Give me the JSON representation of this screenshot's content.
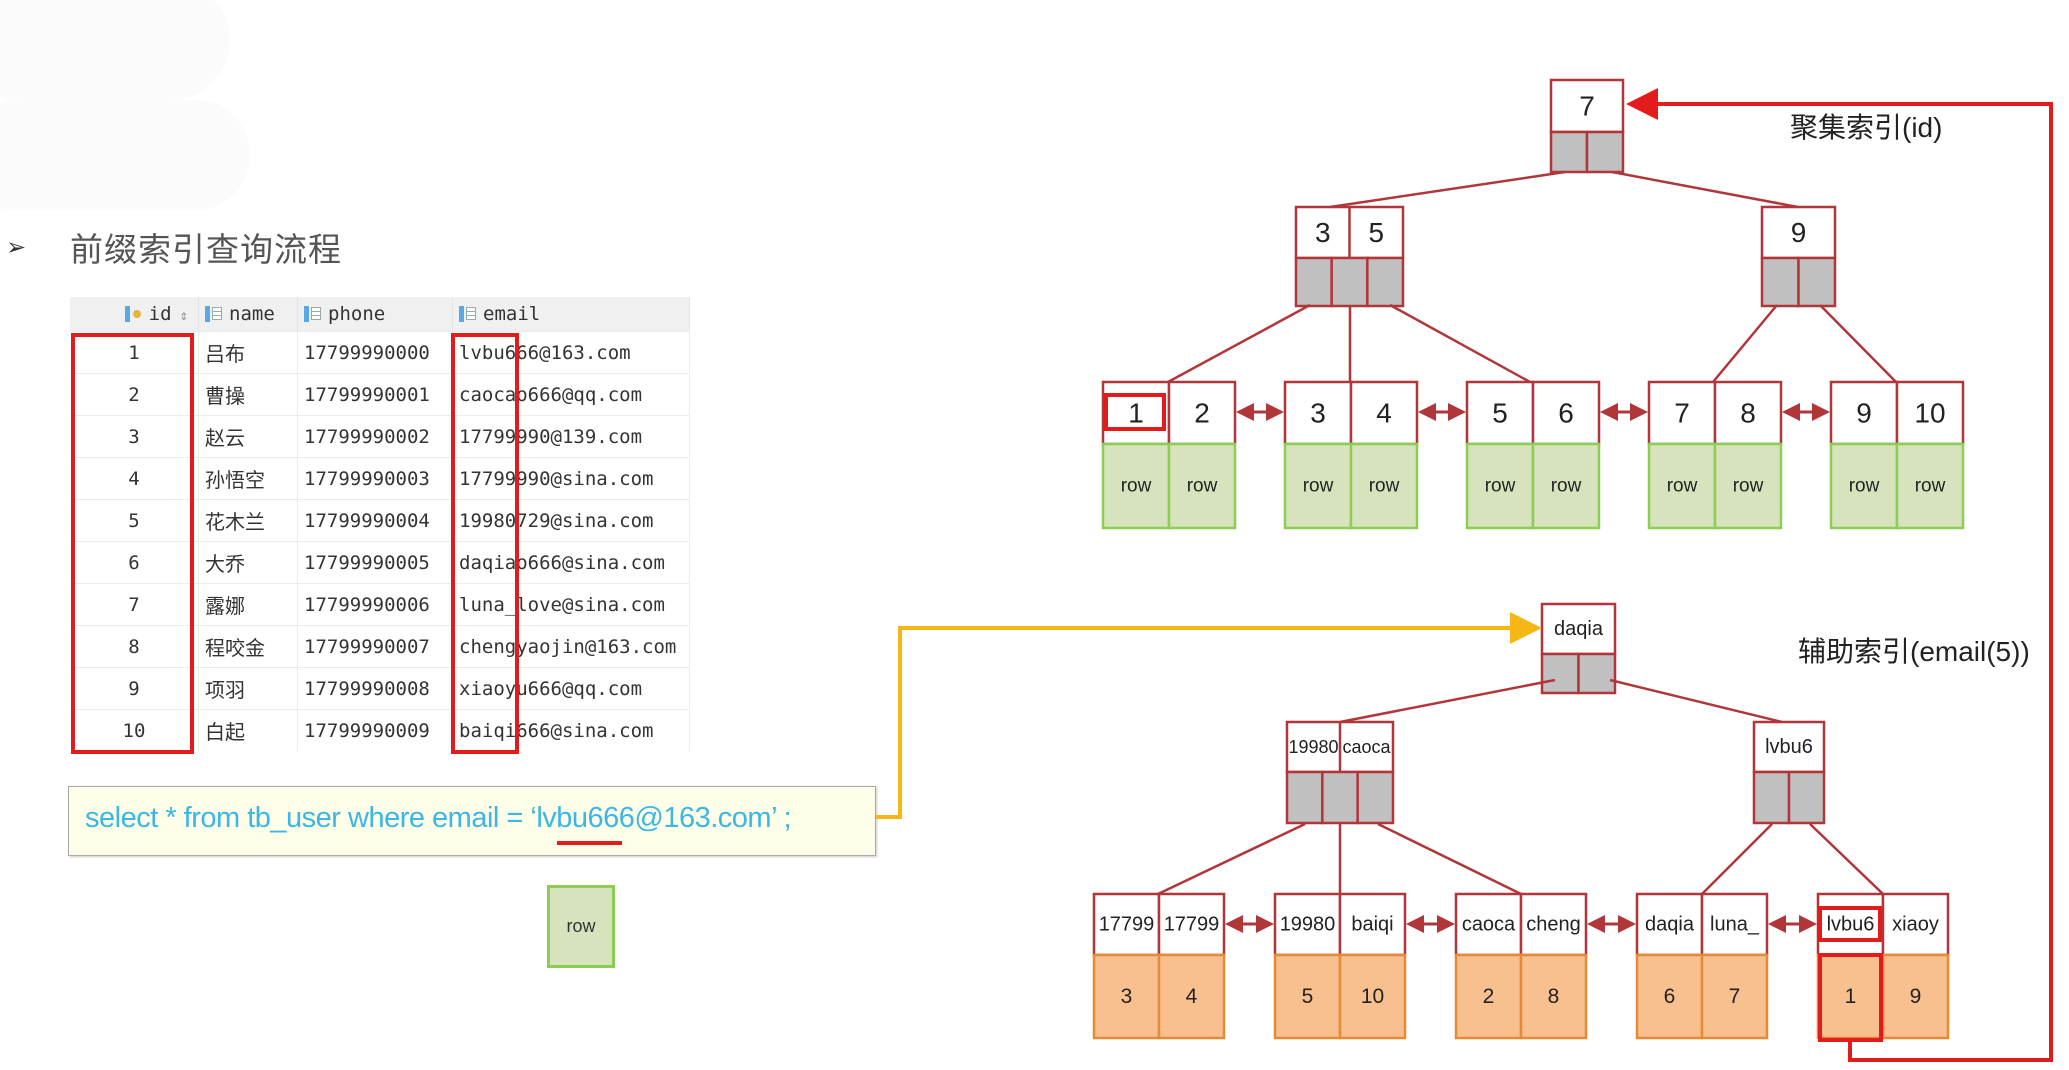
{
  "heading": {
    "bullet": "➢",
    "title": "前缀索引查询流程"
  },
  "table": {
    "columns": [
      {
        "label": "id",
        "icon": "primary-key-column-icon",
        "sortable": true
      },
      {
        "label": "name",
        "icon": "column-icon"
      },
      {
        "label": "phone",
        "icon": "column-icon"
      },
      {
        "label": "email",
        "icon": "column-icon"
      }
    ],
    "sort_icon": "⇕",
    "rows": [
      {
        "id": "1",
        "name": "吕布",
        "phone": "17799990000",
        "email": "lvbu666@163.com"
      },
      {
        "id": "2",
        "name": "曹操",
        "phone": "17799990001",
        "email": "caocao666@qq.com"
      },
      {
        "id": "3",
        "name": "赵云",
        "phone": "17799990002",
        "email": "17799990@139.com"
      },
      {
        "id": "4",
        "name": "孙悟空",
        "phone": "17799990003",
        "email": "17799990@sina.com"
      },
      {
        "id": "5",
        "name": "花木兰",
        "phone": "17799990004",
        "email": "19980729@sina.com"
      },
      {
        "id": "6",
        "name": "大乔",
        "phone": "17799990005",
        "email": "daqiao666@sina.com"
      },
      {
        "id": "7",
        "name": "露娜",
        "phone": "17799990006",
        "email": "luna_love@sina.com"
      },
      {
        "id": "8",
        "name": "程咬金",
        "phone": "17799990007",
        "email": "chengyaojin@163.com"
      },
      {
        "id": "9",
        "name": "项羽",
        "phone": "17799990008",
        "email": "xiaoyu666@qq.com"
      },
      {
        "id": "10",
        "name": "白起",
        "phone": "17799990009",
        "email": "baiqi666@sina.com"
      }
    ]
  },
  "sql": {
    "text": "select * from tb_user where email = ‘lvbu666@163.com’ ;"
  },
  "result_row_label": "row",
  "clustered_index": {
    "label": "聚集索引(id)",
    "root": {
      "keys": [
        "7"
      ]
    },
    "internal": [
      {
        "keys": [
          "3",
          "5"
        ]
      },
      {
        "keys": [
          "9"
        ]
      }
    ],
    "leaves": [
      {
        "keys": [
          "1",
          "2"
        ],
        "values": [
          "row",
          "row"
        ]
      },
      {
        "keys": [
          "3",
          "4"
        ],
        "values": [
          "row",
          "row"
        ]
      },
      {
        "keys": [
          "5",
          "6"
        ],
        "values": [
          "row",
          "row"
        ]
      },
      {
        "keys": [
          "7",
          "8"
        ],
        "values": [
          "row",
          "row"
        ]
      },
      {
        "keys": [
          "9",
          "10"
        ],
        "values": [
          "row",
          "row"
        ]
      }
    ],
    "highlighted_key": "1"
  },
  "secondary_index": {
    "label": "辅助索引(email(5))",
    "root": {
      "keys": [
        "daqia"
      ]
    },
    "internal": [
      {
        "keys": [
          "19980",
          "caoca"
        ]
      },
      {
        "keys": [
          "lvbu6"
        ]
      }
    ],
    "leaves": [
      {
        "keys": [
          "17799",
          "17799"
        ],
        "values": [
          "3",
          "4"
        ]
      },
      {
        "keys": [
          "19980",
          "baiqi"
        ],
        "values": [
          "5",
          "10"
        ]
      },
      {
        "keys": [
          "caoca",
          "cheng"
        ],
        "values": [
          "2",
          "8"
        ]
      },
      {
        "keys": [
          "daqia",
          "luna_"
        ],
        "values": [
          "6",
          "7"
        ]
      },
      {
        "keys": [
          "lvbu6",
          "xiaoy"
        ],
        "values": [
          "1",
          "9"
        ]
      }
    ],
    "highlighted_key": "lvbu6",
    "highlighted_value": "1"
  },
  "colors": {
    "node_border": "#b0363a",
    "pointer_fill": "#c0c0c0",
    "leaf_row_fill": "#d6e3bc",
    "leaf_row_border": "#8ccd55",
    "leaf_value_fill": "#f9c08f",
    "leaf_value_border": "#e58a35",
    "highlight": "#e41b1b",
    "query_path": "#f6b716",
    "sql_text": "#3ab7e6"
  }
}
